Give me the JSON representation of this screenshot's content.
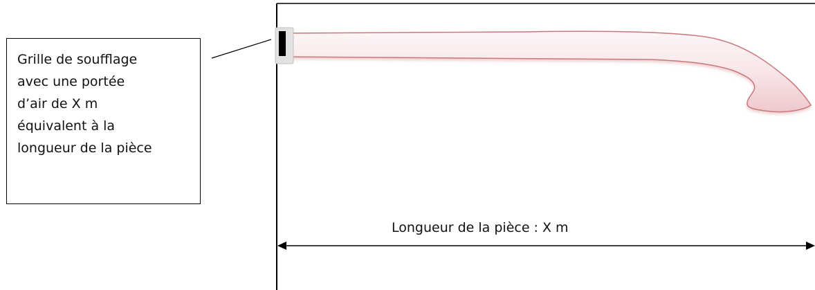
{
  "callout": {
    "lines": [
      "Grille de soufflage",
      "avec une portée",
      "d’air de X m",
      "équivalent à la",
      "longueur de la pièce"
    ]
  },
  "dimension": {
    "label": "Longueur de la pièce : X m"
  },
  "colors": {
    "line": "#000000",
    "airflow_fill": "#f7e4e6",
    "airflow_edge": "#c9787c",
    "grille_frame": "#d9d9d9",
    "grille_slot": "#000000"
  }
}
